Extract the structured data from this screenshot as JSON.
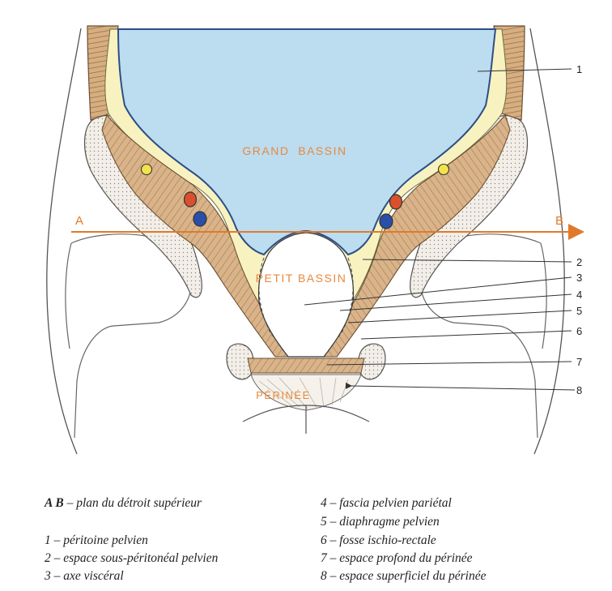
{
  "regions": {
    "grand_bassin": "GRAND  BASSIN",
    "petit_bassin": "PETIT BASSIN",
    "perinee": "PÉRINÉE"
  },
  "plane": {
    "a": "A",
    "b": "B"
  },
  "callouts": [
    "1",
    "2",
    "3",
    "4",
    "5",
    "6",
    "7",
    "8"
  ],
  "legend": {
    "ab_key": "A B",
    "ab_text": " – plan du détroit supérieur",
    "left": [
      "1 – péritoine pelvien",
      "2 – espace sous-péritonéal pelvien",
      "3 – axe viscéral"
    ],
    "right": [
      "4 – fascia pelvien pariétal",
      "5 – diaphragme pelvien",
      "6 – fosse ischio-rectale",
      "7 – espace profond du périnée",
      "8 – espace superficiel du périnée"
    ]
  },
  "colors": {
    "peritoneal_cavity": "#bcdcf0",
    "subperitoneal_space": "#f8f2c0",
    "muscle": "#d9b48a",
    "artery": "#d8502c",
    "vein": "#2a4fa8",
    "nerve": "#f2e24c",
    "plane_arrow": "#e07a2a",
    "region_label": "#e8893a"
  }
}
